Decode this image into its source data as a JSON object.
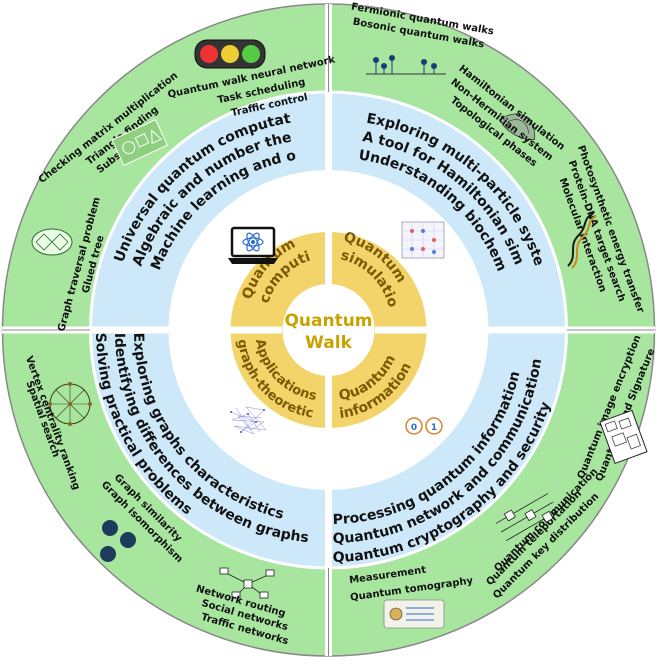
{
  "center": {
    "line1": "Quantum",
    "line2": "Walk"
  },
  "quadrants": {
    "computing": {
      "core": [
        "Quantum",
        "computing"
      ],
      "middle": [
        "Universal quantum computation",
        "Algebraic and number theoretic problems",
        "Machine learning and optimization"
      ],
      "outer": [
        {
          "lines": [
            "Checking matrix multiplication",
            "Triangle finding",
            "Subset-sum"
          ],
          "icon": "shapes-icon"
        },
        {
          "lines": [
            "Quantum walk neural network",
            "Task scheduling",
            "Traffic control"
          ],
          "icon": "traffic-light-icon"
        },
        {
          "lines": [
            "Graph traversal problem",
            "Glued tree"
          ],
          "icon": "glued-tree-icon"
        }
      ],
      "middle_icon": "laptop-atom-icon"
    },
    "simulation": {
      "core": [
        "Quantum",
        "simulation"
      ],
      "middle": [
        "Exploring multi-particle systems dynamics",
        "A tool for Hamiltonian simulation",
        "Understanding biochemical processes"
      ],
      "outer": [
        {
          "lines": [
            "Fermionic quantum walks",
            "Bosonic quantum walks"
          ],
          "icon": "particles-icon"
        },
        {
          "lines": [
            "Hamiltonian simulation",
            "Non-Hermitian system",
            "Topological phases"
          ],
          "icon": "surface-icon"
        },
        {
          "lines": [
            "Photosynthetic energy transfer",
            "Protein-DNA target search",
            "Molecular interaction"
          ],
          "icon": "helix-icon"
        }
      ],
      "middle_icon": "lattice-icon"
    },
    "information": {
      "core": [
        "Quantum",
        "information"
      ],
      "middle": [
        "Processing quantum information",
        "Quantum network and communication",
        "Quantum cryptography and security"
      ],
      "outer": [
        {
          "lines": [
            "Quantum image encryption",
            "Quantum blind Signature"
          ],
          "icon": "encryption-icon"
        },
        {
          "lines": [
            "Quantum communication",
            "Quantum teleportation",
            "Quantum key distribution"
          ],
          "icon": "circuit-icon"
        },
        {
          "lines": [
            "Measurement",
            "Quantum tomography"
          ],
          "icon": "tomography-icon"
        }
      ],
      "middle_icon": "qubit-icon"
    },
    "applications": {
      "core": [
        "Applications",
        "graph-theoretic"
      ],
      "middle": [
        "Exploring graphs characteristics",
        "Identifying differences between graphs",
        "Solving practical problems"
      ],
      "outer": [
        {
          "lines": [
            "Vertex centrality ranking",
            "Spatial search"
          ],
          "icon": "sphere-graph-icon"
        },
        {
          "lines": [
            "Graph similarity",
            "Graph isomorphism"
          ],
          "icon": "nodes-icon"
        },
        {
          "lines": [
            "Network routing",
            "Social networks",
            "Traffic networks"
          ],
          "icon": "network-icon"
        }
      ],
      "middle_icon": "graph-cloud-icon"
    }
  },
  "colors": {
    "outer_ring": "#a8e6a0",
    "middle_ring": "#cde8f8",
    "inner_white": "#ffffff",
    "core_ring": "#f3d46a",
    "center": "#ffffff",
    "border": "#888888"
  }
}
